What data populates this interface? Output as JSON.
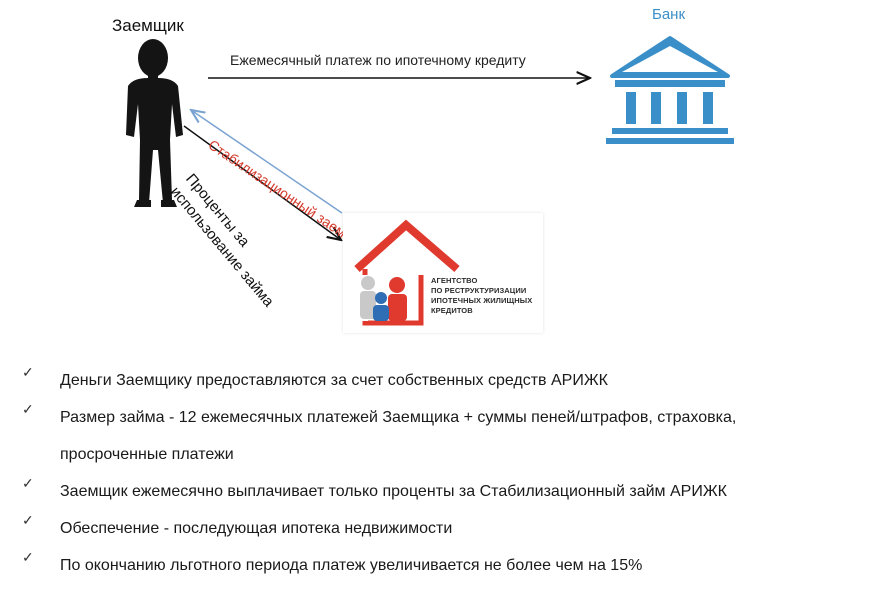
{
  "diagram": {
    "borrower_label": "Заемщик",
    "bank_label": "Банк",
    "arrow_payment_label": "Ежемесячный платеж по ипотечному кредиту",
    "arrow_loan_label": "Стабилизационный заем",
    "arrow_interest_label_line1": "Проценты за",
    "arrow_interest_label_line2": "использование займа",
    "agency_logo": {
      "line1": "АГЕНТСТВО",
      "line2": "ПО РЕСТРУКТУРИЗАЦИИ",
      "line3": "ИПОТЕЧНЫХ ЖИЛИЩНЫХ",
      "line4": "КРЕДИТОВ"
    },
    "colors": {
      "bank_blue": "#3b8fc9",
      "loan_red": "#d43a2c",
      "loan_arrow_blue": "#7aa3d1",
      "agency_red": "#e03a2f",
      "agency_blue": "#2f6db5",
      "agency_gray": "#c9c9c9"
    }
  },
  "bullets": [
    {
      "check": "✓",
      "text": "Деньги Заемщику предоставляются за счет собственных  средств АРИЖК"
    },
    {
      "check": "✓",
      "text": "Размер займа -  12 ежемесячных платежей Заемщика + суммы пеней/штрафов, страховка,"
    },
    {
      "check": "",
      "text": "просроченные платежи"
    },
    {
      "check": "✓",
      "text": "Заемщик ежемесячно выплачивает только проценты за Стабилизационный займ АРИЖК"
    },
    {
      "check": "✓",
      "text": "Обеспечение  - последующая ипотека недвижимости"
    },
    {
      "check": "✓",
      "text": "По окончанию льготного периода платеж увеличивается не более чем на 15%"
    }
  ]
}
